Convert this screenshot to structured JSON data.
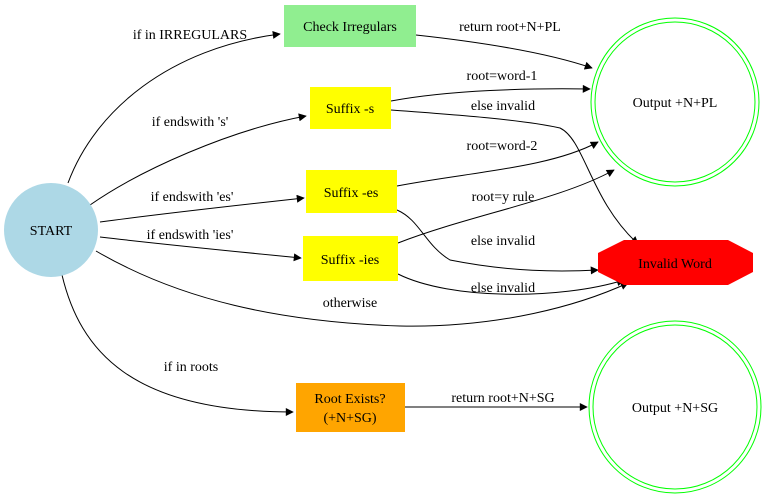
{
  "diagram": {
    "colors": {
      "start": "#add8e6",
      "irregulars": "#90ee90",
      "suffix": "#ffff00",
      "root": "#ffa500",
      "output_ring": "#00ff00",
      "invalid": "#ff0000"
    },
    "nodes": {
      "start": "START",
      "check_irregulars": "Check Irregulars",
      "suffix_s": "Suffix -s",
      "suffix_es": "Suffix -es",
      "suffix_ies": "Suffix -ies",
      "root_exists_line1": "Root Exists?",
      "root_exists_line2": "(+N+SG)",
      "output_pl": "Output +N+PL",
      "output_sg": "Output +N+SG",
      "invalid": "Invalid Word"
    },
    "edges": {
      "if_irregulars": "if in IRREGULARS",
      "endswith_s": "if endswith 's'",
      "endswith_es": "if endswith 'es'",
      "endswith_ies": "if endswith 'ies'",
      "otherwise": "otherwise",
      "if_roots": "if in roots",
      "return_pl": "return root+N+PL",
      "word_minus_1": "root=word-1",
      "s_else_invalid": "else invalid",
      "word_minus_2": "root=word-2",
      "y_rule": "root=y rule",
      "es_else_invalid": "else invalid",
      "ies_else_invalid": "else invalid",
      "return_sg": "return root+N+SG"
    }
  }
}
